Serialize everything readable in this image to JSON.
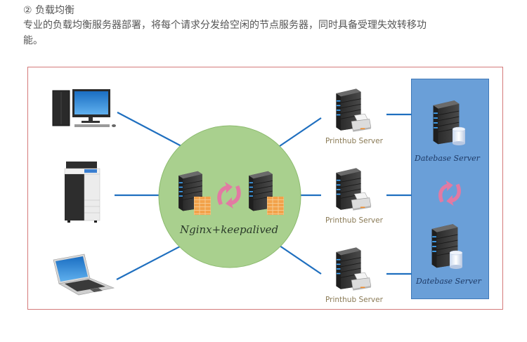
{
  "section": {
    "heading": "② 负载均衡",
    "description": "专业的负载均衡服务器部署，将每个请求分发给空闲的节点服务器，同时具备受理失效转移功能。"
  },
  "diagram": {
    "clients": [
      {
        "id": "desktop",
        "icon": "desktop-computer-icon"
      },
      {
        "id": "printer",
        "icon": "multifunction-printer-icon"
      },
      {
        "id": "laptop",
        "icon": "laptop-icon"
      }
    ],
    "load_balancer": {
      "label": "Nginx+keepalived",
      "icon": "server-firewall-icon",
      "sync_icon": "sync-arrows-icon"
    },
    "printhub_servers": [
      {
        "label": "Printhub Server"
      },
      {
        "label": "Printhub Server"
      },
      {
        "label": "Printhub Server"
      }
    ],
    "database_servers": [
      {
        "label": "Datebase Server"
      },
      {
        "label": "Datebase Server"
      }
    ],
    "colors": {
      "link_line": "#1f6fbf",
      "lb_circle": "#a9d08e",
      "db_panel": "#6a9fd8",
      "frame_border": "#d47a7a",
      "sync_arrow": "#e27aa3"
    }
  }
}
